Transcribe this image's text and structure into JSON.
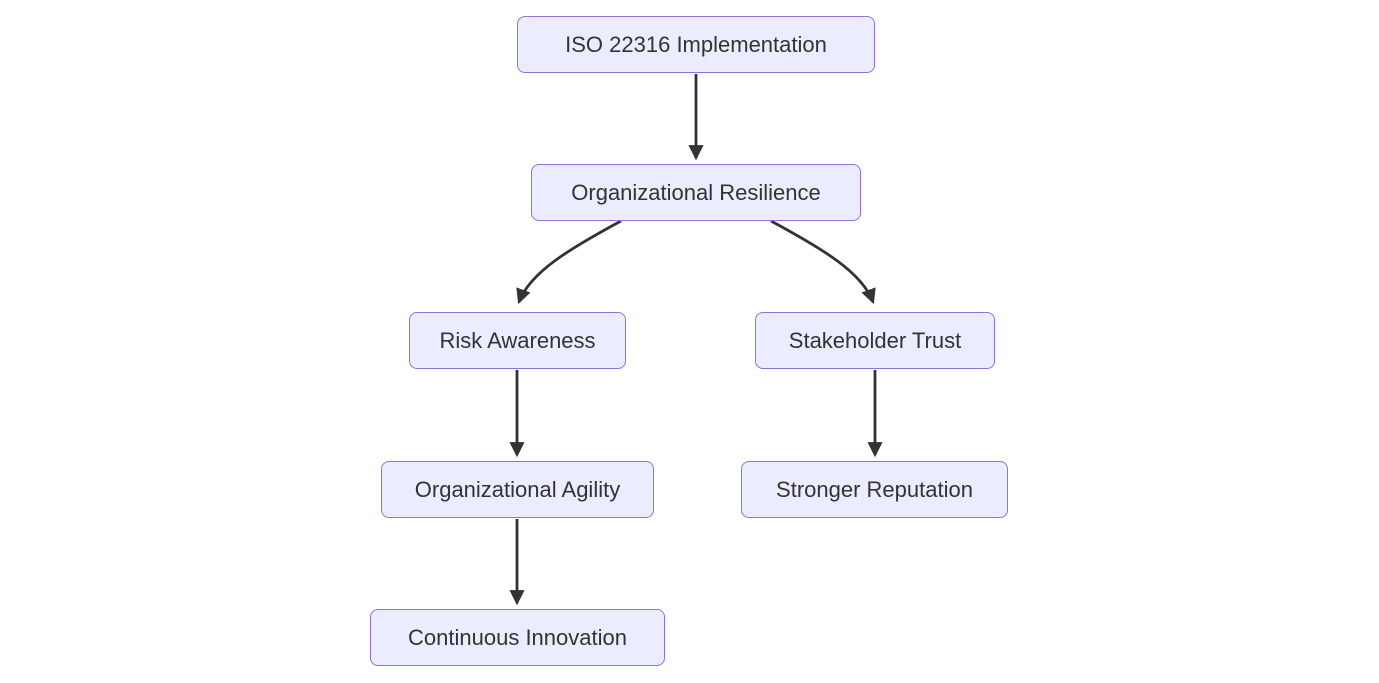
{
  "diagram": {
    "type": "flowchart",
    "direction": "top-down",
    "nodes": [
      {
        "id": "iso",
        "label": "ISO 22316 Implementation"
      },
      {
        "id": "resilience",
        "label": "Organizational Resilience"
      },
      {
        "id": "risk",
        "label": "Risk Awareness"
      },
      {
        "id": "trust",
        "label": "Stakeholder Trust"
      },
      {
        "id": "agility",
        "label": "Organizational Agility"
      },
      {
        "id": "reputation",
        "label": "Stronger Reputation"
      },
      {
        "id": "innovation",
        "label": "Continuous Innovation"
      }
    ],
    "edges": [
      {
        "from": "iso",
        "to": "resilience"
      },
      {
        "from": "resilience",
        "to": "risk"
      },
      {
        "from": "resilience",
        "to": "trust"
      },
      {
        "from": "risk",
        "to": "agility"
      },
      {
        "from": "trust",
        "to": "reputation"
      },
      {
        "from": "agility",
        "to": "innovation"
      }
    ],
    "colors": {
      "background": "#ffffff",
      "node-fill": "#ECECFF",
      "node-border": "#9370DB",
      "node-text": "#333333",
      "arrow": "#333333"
    }
  }
}
